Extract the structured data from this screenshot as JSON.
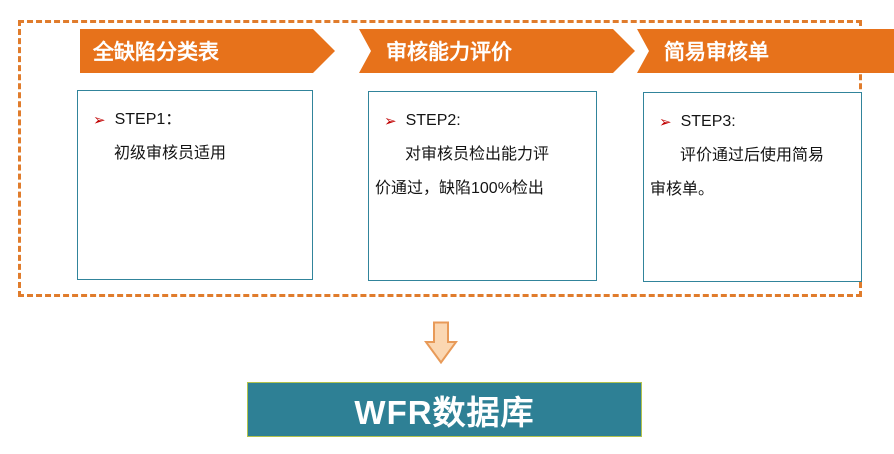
{
  "icons": {
    "bullet": "➢"
  },
  "columns": [
    {
      "header": "全缺陷分类表",
      "step_label": "STEP1：",
      "line2": "初级审核员适用",
      "line3": ""
    },
    {
      "header": "审核能力评价",
      "step_label": "STEP2:",
      "line2": "对审核员检出能力评",
      "line3": "价通过，缺陷100%检出"
    },
    {
      "header": "简易审核单",
      "step_label": "STEP3:",
      "line2": "评价通过后使用简易",
      "line3": "审核单。"
    }
  ],
  "banner": {
    "label": "WFR数据库"
  },
  "colors": {
    "header_orange": "#E7721B",
    "frame_dash_orange": "#E07C2C",
    "box_border_teal": "#31849B",
    "banner_fill_teal": "#2E8095",
    "banner_border_green": "#B2C24E",
    "bullet_red": "#C00000",
    "down_arrow_fill": "#FBD7B2",
    "down_arrow_stroke": "#E89A58",
    "header_text": "#FFFFFF",
    "body_text": "#141414"
  }
}
